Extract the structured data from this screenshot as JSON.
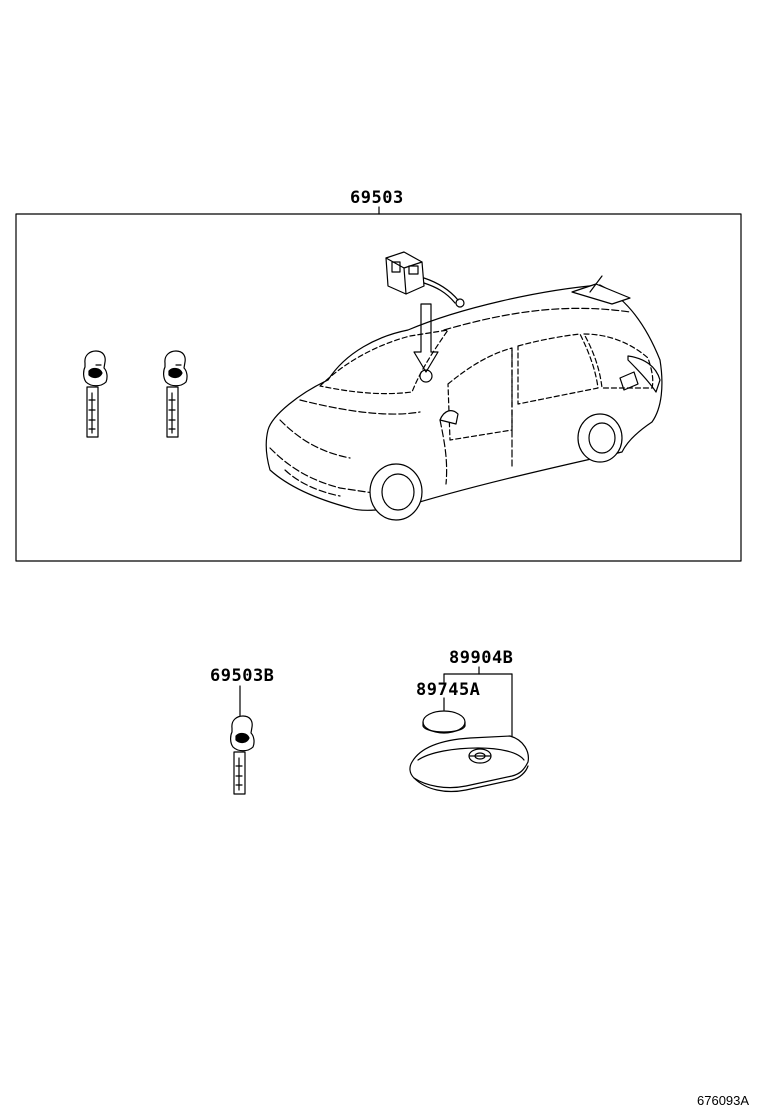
{
  "callouts": {
    "assembly": "69503",
    "spare_key": "69503B",
    "smart_key": "89904B",
    "battery": "89745A"
  },
  "figure_id": "676093A",
  "line_color": "#000000"
}
